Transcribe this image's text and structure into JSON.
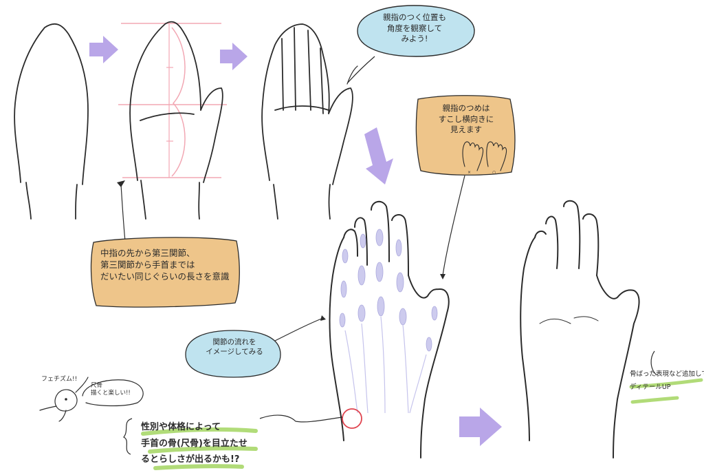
{
  "notes": {
    "length": {
      "lines": [
        "中指の先から第三関節、",
        "第三関節から手首までは",
        "だいたい同じぐらいの長さを意識"
      ]
    },
    "thumb_position": {
      "lines": [
        "親指のつく位置も",
        "角度を観察して",
        "みよう!"
      ]
    },
    "thumbnail": {
      "lines": [
        "親指のつめは",
        "すこし横向きに",
        "見えます"
      ]
    },
    "joints": {
      "lines": [
        "関節の流れを",
        "イメージしてみる"
      ]
    },
    "gender": {
      "lines": [
        "性別や体格によって",
        "手首の骨(尺骨)を目立たせ",
        "るとらしさが出るかも!?"
      ]
    },
    "detail": {
      "lines": [
        "骨ばった表現など追加して",
        "ディテールUP"
      ]
    },
    "fetish": {
      "text": "フェチズム!!"
    },
    "ulna": {
      "lines": [
        "尺骨",
        "描くと楽しい!!"
      ]
    }
  },
  "colors": {
    "arrow": "#b9a6e8",
    "note_tan": "#eec58a",
    "note_blue": "#bfe3ef",
    "guide_pink": "#f2a7b3",
    "highlight_green": "#a9d86a",
    "joint_lavender": "#c5c3ec",
    "circle_red": "#e0444f",
    "line": "#2b2b2b"
  }
}
